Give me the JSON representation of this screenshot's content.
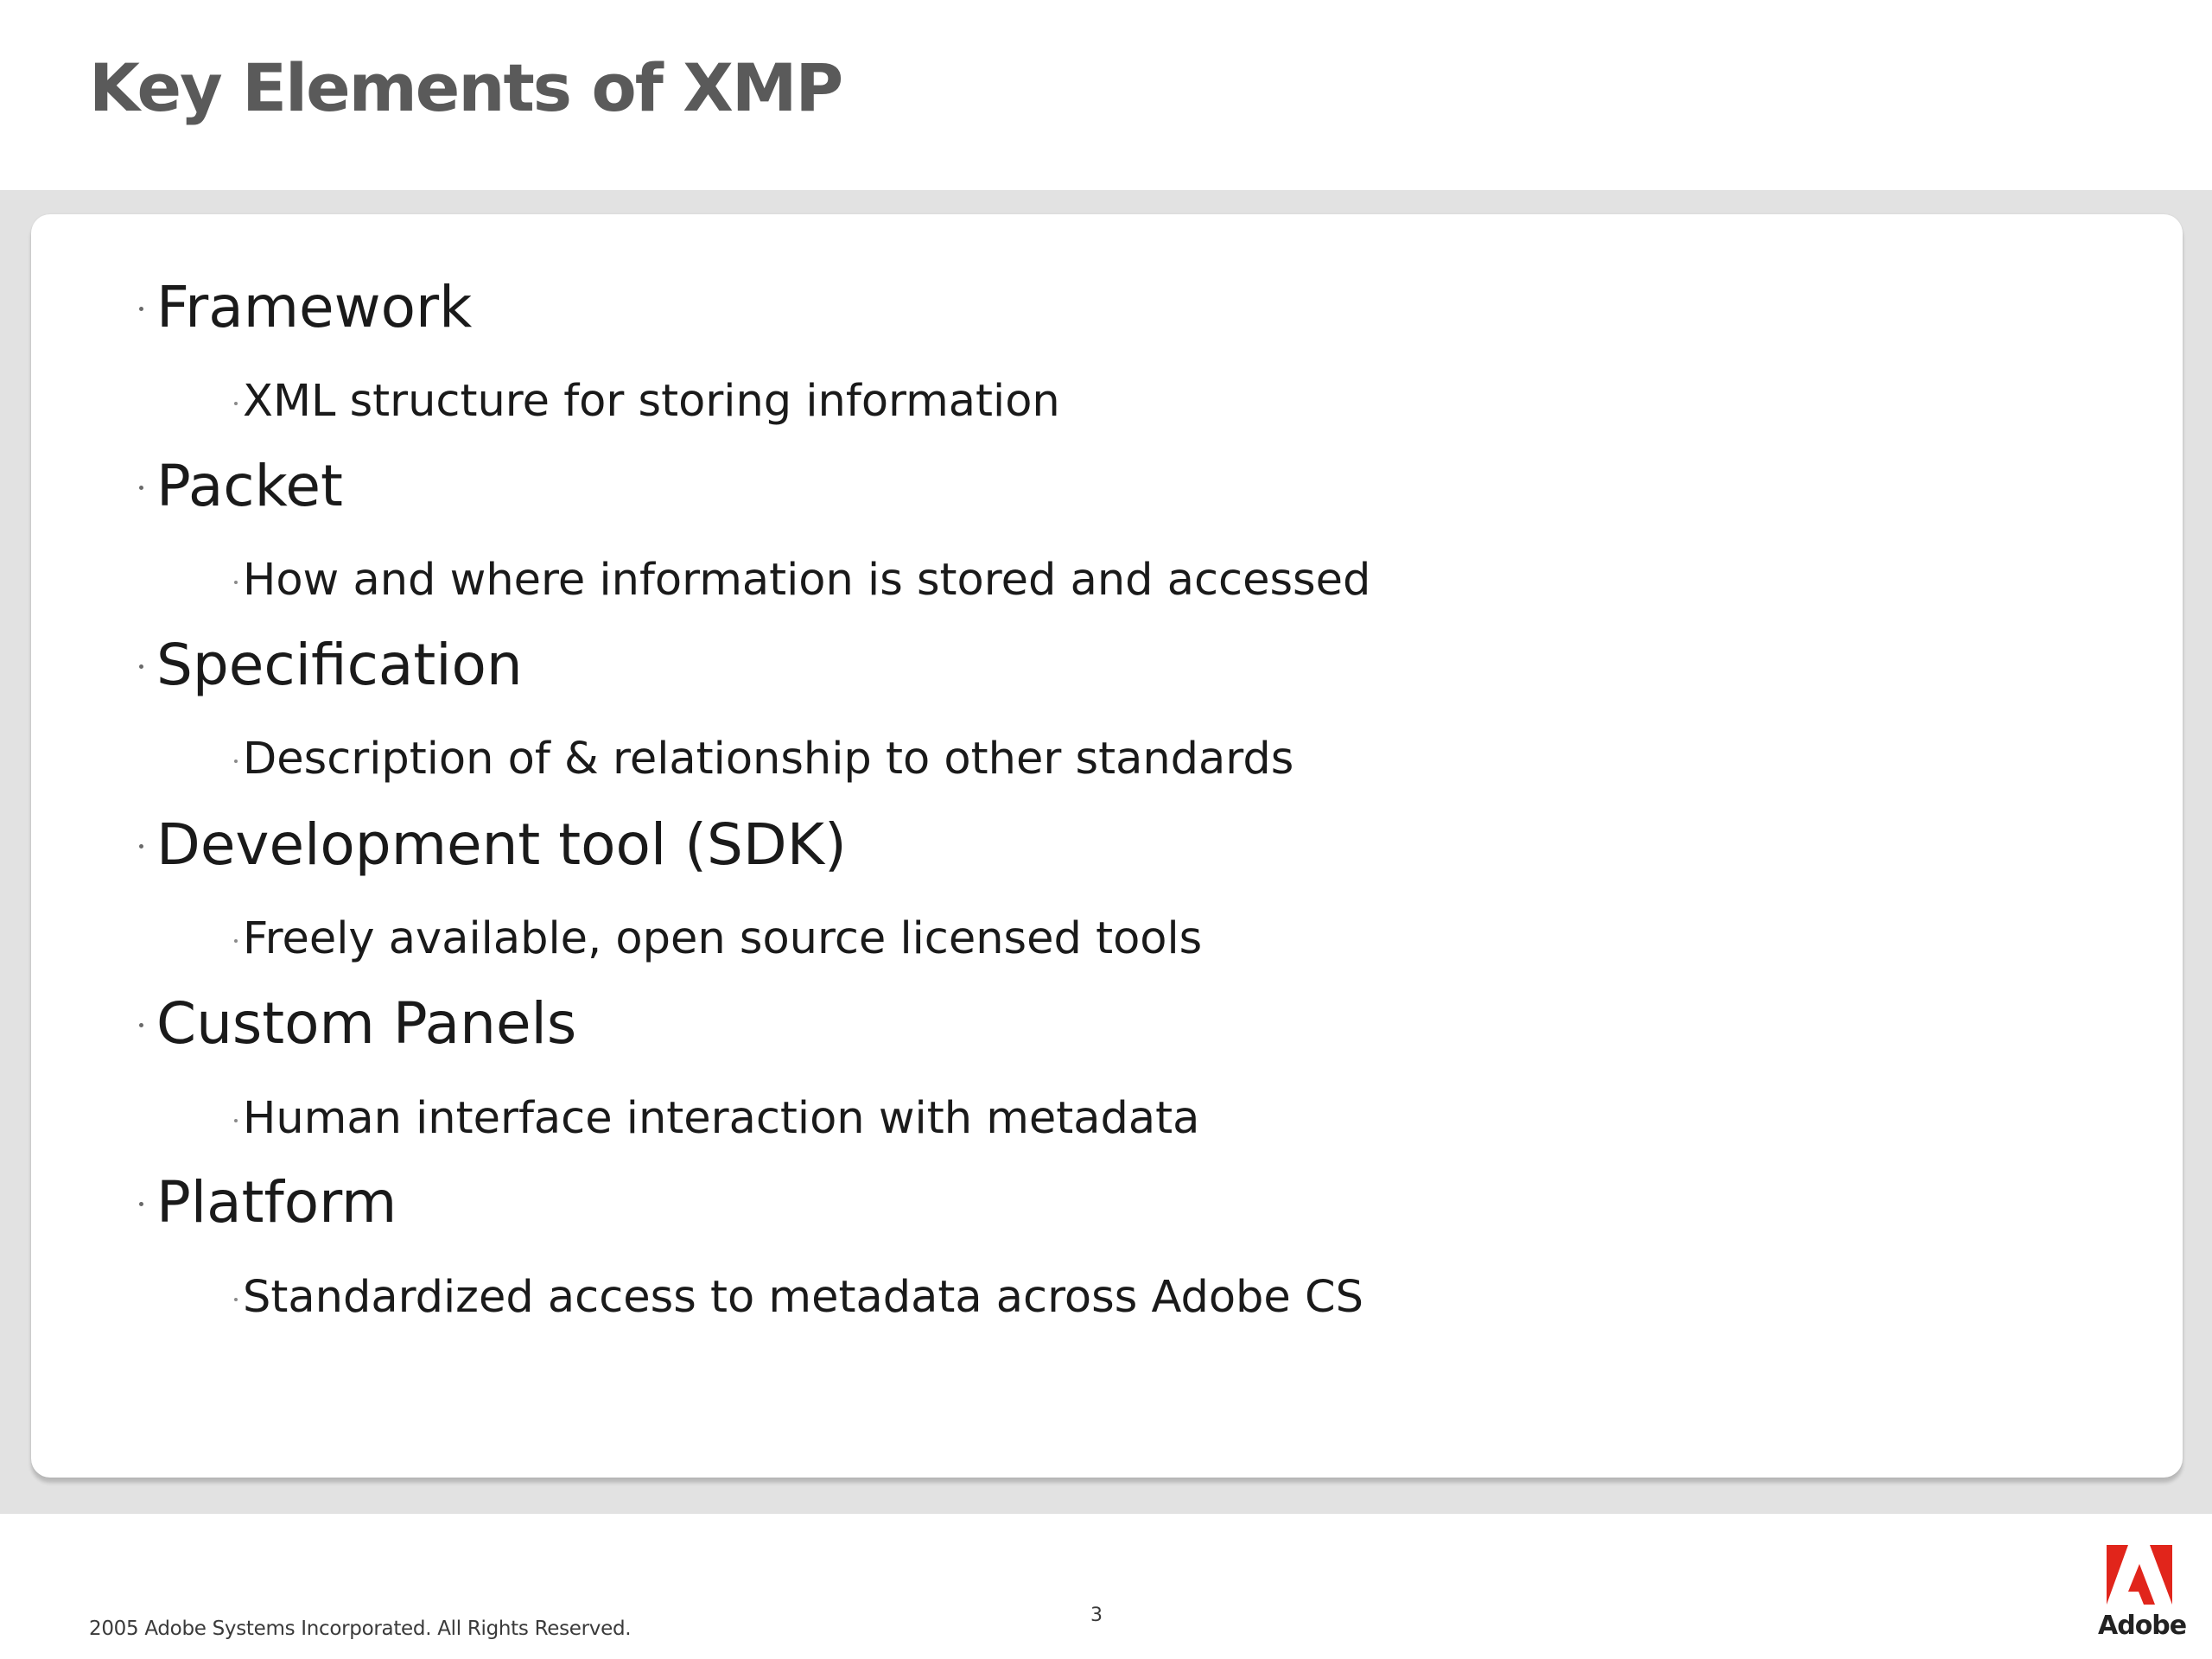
{
  "slide": {
    "title": "Key Elements of XMP",
    "bullets": [
      {
        "text": "Framework",
        "sub": "XML structure for storing information"
      },
      {
        "text": "Packet",
        "sub": "How and where information is stored and accessed"
      },
      {
        "text": "Specification",
        "sub": "Description of & relationship to other standards"
      },
      {
        "text": "Development tool (SDK)",
        "sub": "Freely available, open source licensed tools"
      },
      {
        "text": "Custom Panels",
        "sub": "Human interface interaction with metadata"
      },
      {
        "text": "Platform",
        "sub": "Standardized access to metadata across Adobe CS"
      }
    ]
  },
  "footer": {
    "copyright": "2005 Adobe Systems Incorporated.  All Rights Reserved.",
    "page_number": "3",
    "brand": "Adobe"
  },
  "colors": {
    "adobe_red": "#e1251b",
    "title_gray": "#5a5a5a",
    "band_gray": "#e2e2e2"
  },
  "icons": {
    "logo": "adobe-logo-icon"
  }
}
